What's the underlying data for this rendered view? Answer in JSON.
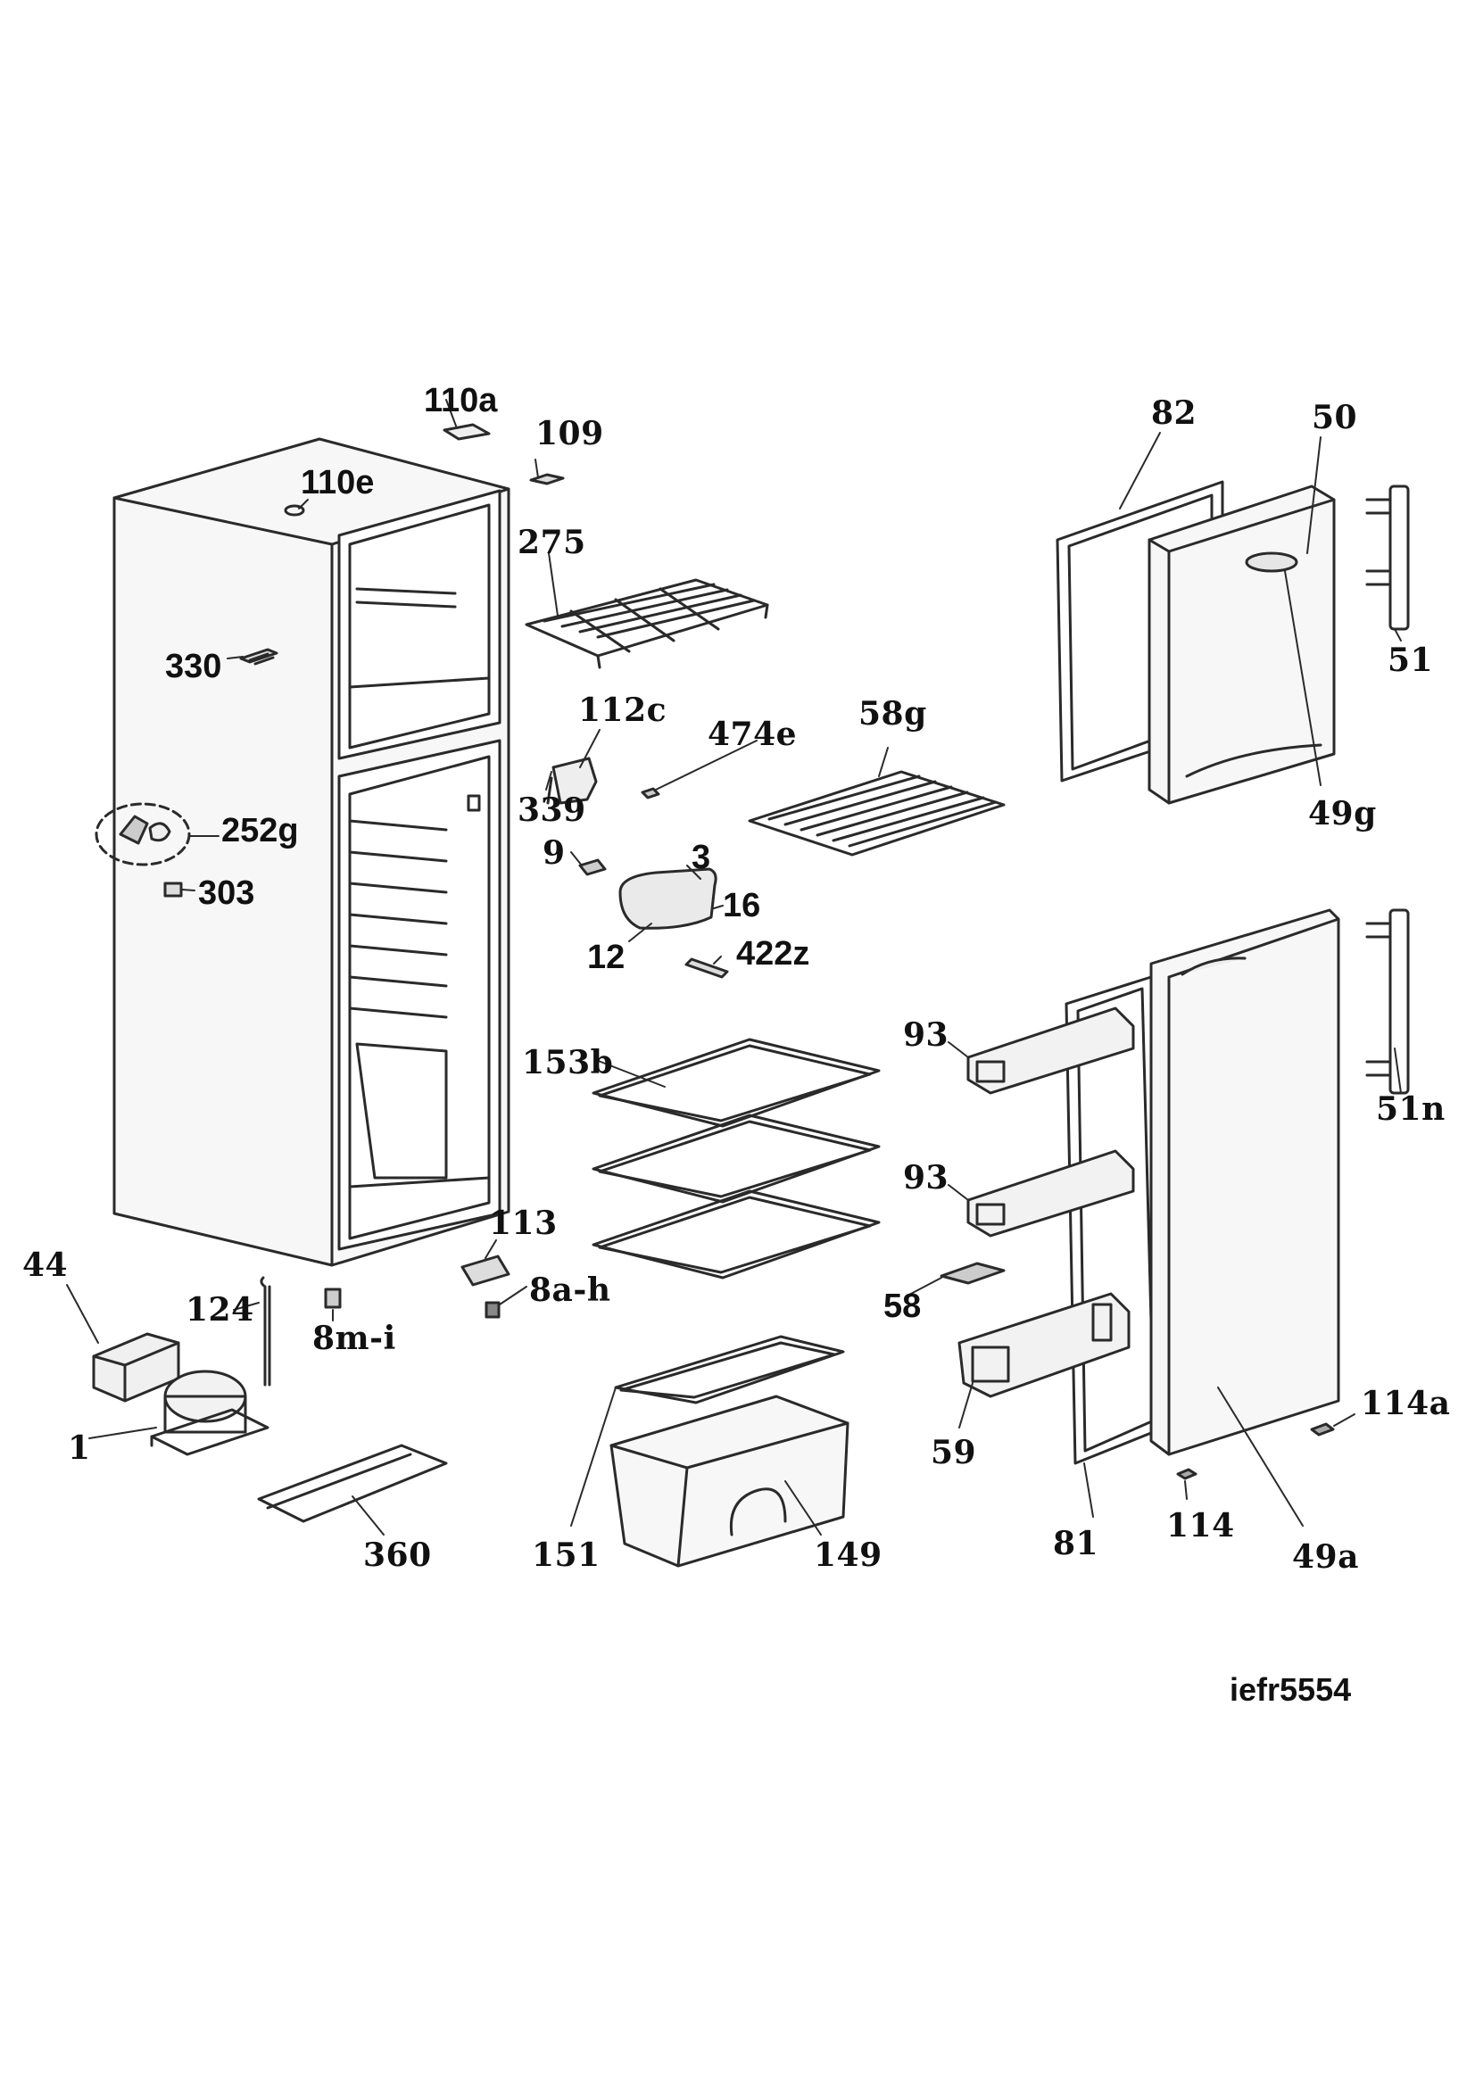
{
  "diagram": {
    "code": "iefr5554",
    "labels": {
      "p110a": "110a",
      "p109": "109",
      "p110e": "110e",
      "p275": "275",
      "p330": "330",
      "p112c": "112c",
      "p474e": "474e",
      "p58g": "58g",
      "p339": "339",
      "p252g": "252g",
      "p303": "303",
      "p9": "9",
      "p3": "3",
      "p16": "16",
      "p12": "12",
      "p422z": "422z",
      "p82": "82",
      "p50": "50",
      "p51": "51",
      "p49g": "49g",
      "p153b": "153b",
      "p93a": "93",
      "p93b": "93",
      "p51n": "51n",
      "p113": "113",
      "p8ah": "8a-h",
      "p44": "44",
      "p124": "124",
      "p8mi": "8m-i",
      "p1": "1",
      "p360": "360",
      "p151": "151",
      "p149": "149",
      "p58": "58",
      "p59": "59",
      "p114a": "114a",
      "p114": "114",
      "p81": "81",
      "p49a": "49a"
    },
    "colors": {
      "line": "#2a2a2a",
      "fill": "#f4f4f4",
      "accent": "#e8e8e8"
    }
  }
}
